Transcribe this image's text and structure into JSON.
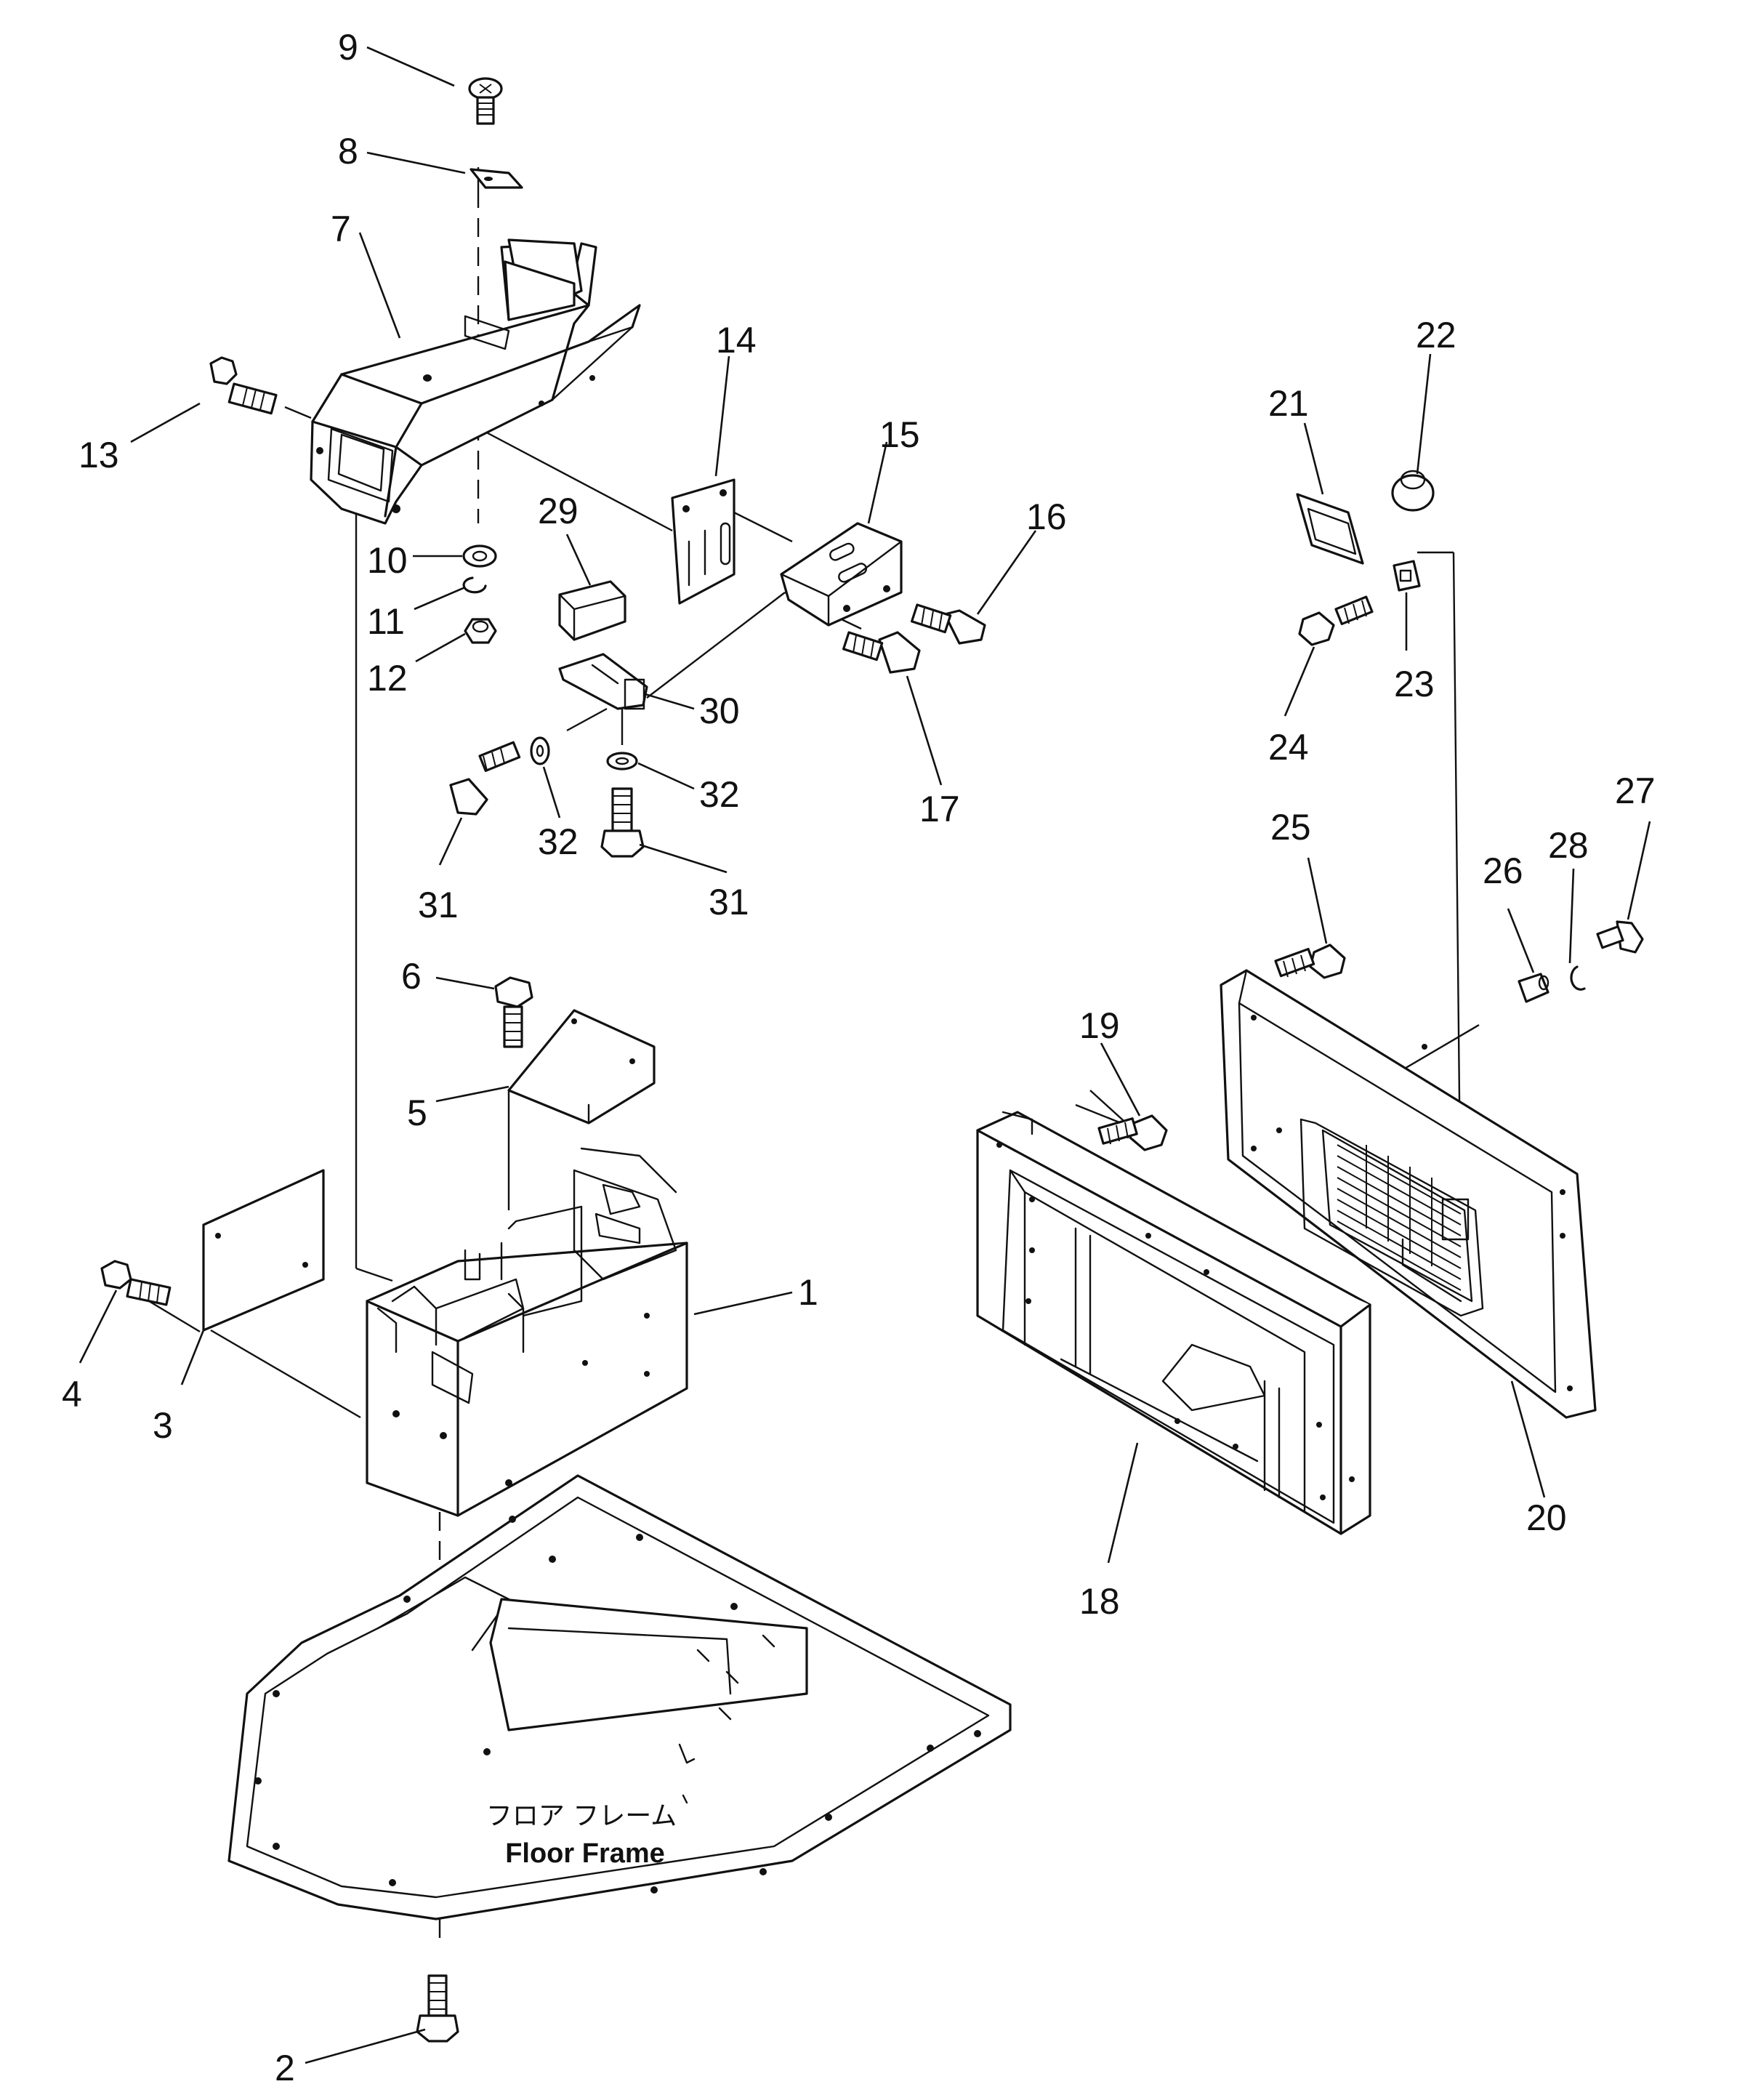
{
  "diagram": {
    "callouts": {
      "p1": "1",
      "p2": "2",
      "p3": "3",
      "p4": "4",
      "p5": "5",
      "p6": "6",
      "p7": "7",
      "p8": "8",
      "p9": "9",
      "p10": "10",
      "p11": "11",
      "p12": "12",
      "p13": "13",
      "p14": "14",
      "p15": "15",
      "p16": "16",
      "p17": "17",
      "p18": "18",
      "p19": "19",
      "p20": "20",
      "p21": "21",
      "p22": "22",
      "p23": "23",
      "p24": "24",
      "p25": "25",
      "p26": "26",
      "p27": "27",
      "p28": "28",
      "p29": "29",
      "p30": "30",
      "p31a": "31",
      "p31b": "31",
      "p32a": "32",
      "p32b": "32"
    },
    "floor_frame": {
      "label_jp": "フロア フレーム",
      "label_en": "Floor Frame"
    }
  }
}
